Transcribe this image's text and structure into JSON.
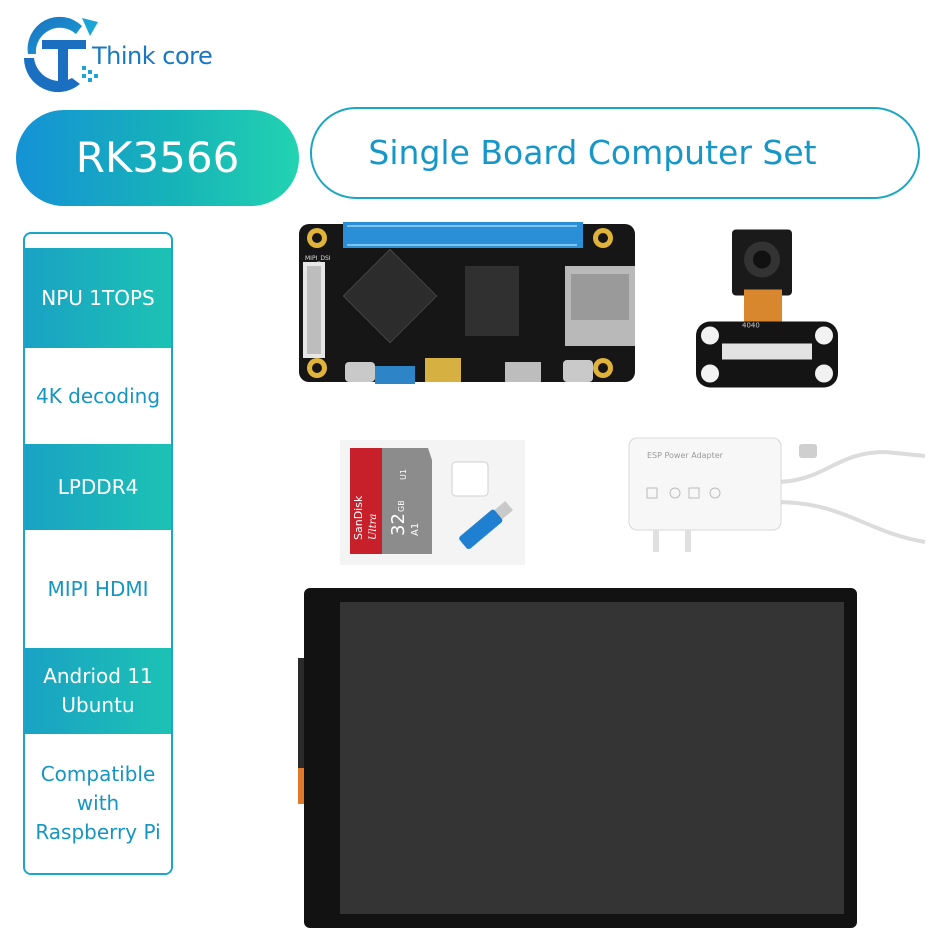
{
  "brand": {
    "name": "Think core",
    "logo_icon": "think-core-logo"
  },
  "header": {
    "chip": "RK3566",
    "title": "Single Board Computer Set"
  },
  "features": [
    {
      "label": "NPU 1TOPS",
      "style": "filled"
    },
    {
      "label": "4K decoding",
      "style": "outlined"
    },
    {
      "label": "LPDDR4",
      "style": "filled"
    },
    {
      "label": "MIPI HDMI",
      "style": "outlined"
    },
    {
      "label": "Andriod 11 Ubuntu",
      "style": "filled"
    },
    {
      "label": "Compatible with Raspberry Pi",
      "style": "outlined"
    }
  ],
  "products": {
    "board": {
      "icon": "single-board-computer",
      "silkscreen": "MIPI_DSI"
    },
    "camera": {
      "icon": "camera-module",
      "silkscreen": "4040"
    },
    "sd_card": {
      "brand": "SanDisk",
      "line": "Ultra",
      "capacity": "32",
      "unit": "GB",
      "class": "A1",
      "badge": "U1"
    },
    "power_adapter": {
      "icon": "power-adapter",
      "label": "ESP Power Adapter"
    },
    "display": {
      "icon": "touch-display"
    }
  },
  "colors": {
    "accent": "#1aa6c4",
    "accent_green": "#22d3b1",
    "brand_blue": "#1a78c2",
    "sd_red": "#c8202a"
  }
}
